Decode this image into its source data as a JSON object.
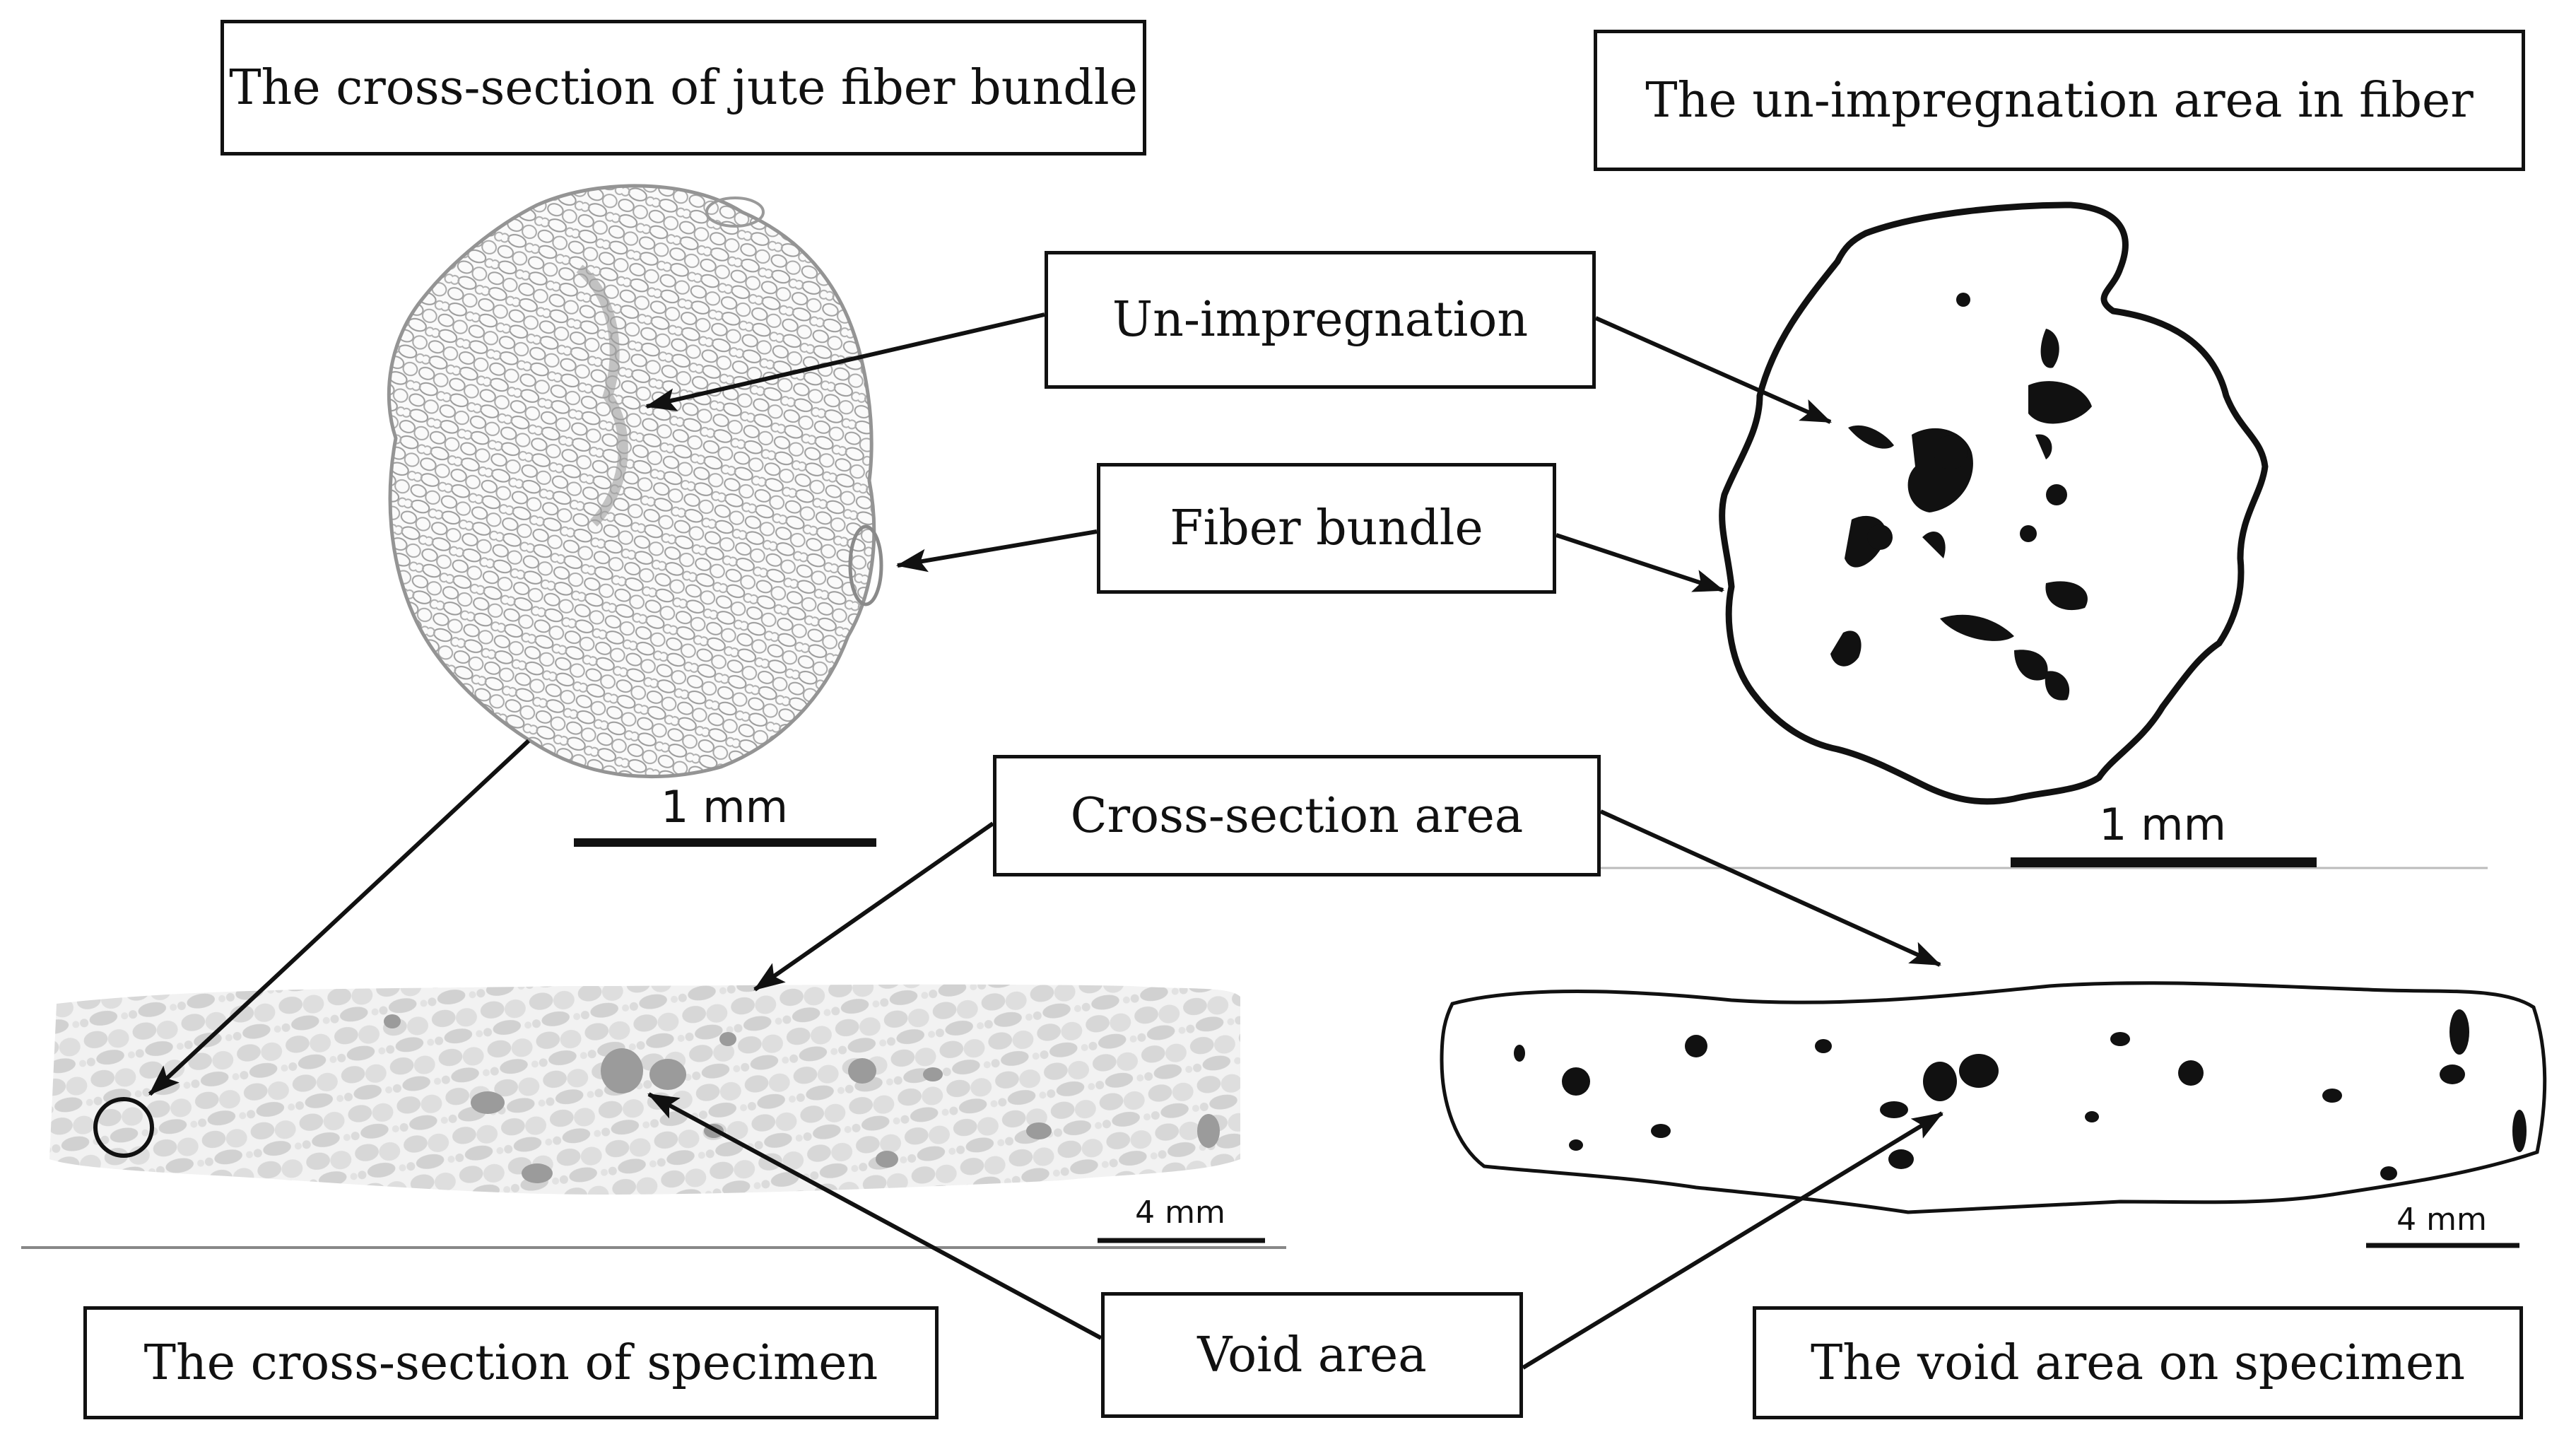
{
  "panels": {
    "fiber_cross_section_title": "The cross-section of jute fiber bundle",
    "fiber_unimpregnation_title": "The un-impregnation area in fiber",
    "specimen_cross_section_title": "The cross-section of specimen",
    "specimen_void_title": "The void area on specimen"
  },
  "callouts": {
    "unimpregnation": "Un-impregnation",
    "fiber_bundle": "Fiber bundle",
    "cross_section_area": "Cross-section area",
    "void_area": "Void area"
  },
  "scale_bars": {
    "fiber_left": "1 mm",
    "fiber_right": "1 mm",
    "specimen_left": "4 mm",
    "specimen_right": "4 mm"
  },
  "colors": {
    "ink": "#111111",
    "fiber_gray": "#8a8a8a",
    "specimen_gray": "#bdbdbd"
  }
}
